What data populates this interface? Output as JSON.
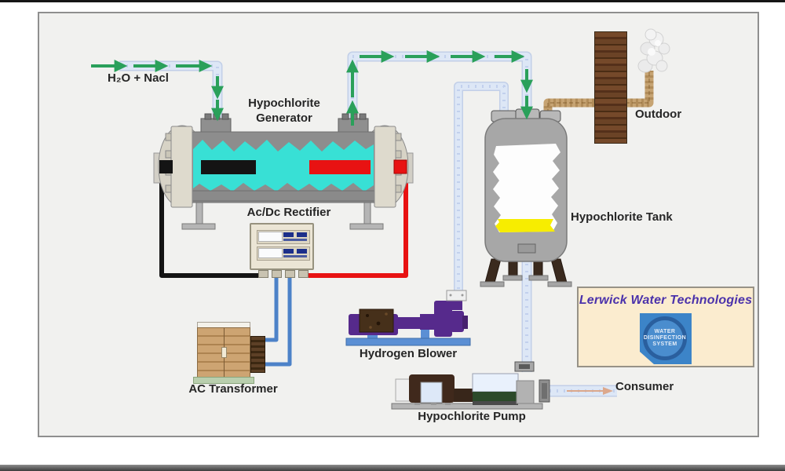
{
  "diagram": {
    "labels": {
      "feed": "H₂O + Nacl",
      "generator": "Hypochlorite Generator",
      "rectifier": "Ac/Dc Rectifier",
      "transformer": "AC Transformer",
      "blower": "Hydrogen Blower",
      "tank": "Hypochlorite Tank",
      "pump": "Hypochlorite Pump",
      "outdoor": "Outdoor",
      "consumer": "Consumer"
    },
    "branding": {
      "company": "Lerwick Water Technologies",
      "logo_lines": [
        "WATER",
        "DISINFECTION",
        "SYSTEM"
      ]
    },
    "colors": {
      "flow_arrow_green": "#2aa05a",
      "pipe_light_blue": "#dde7f6",
      "electrolyte_cyan": "#38e0d5",
      "electrode_black": "#141414",
      "electrode_red": "#e81212",
      "wire_blue": "#4d82c8",
      "hypochlorite_yellow": "#f7ed00",
      "blower_purple": "#562a8c",
      "pump_brown": "#40291c",
      "wood_brown": "#6b4326",
      "vent_tan": "#c6a372",
      "brand_purple": "#4b32ab",
      "logo_blue": "#3c84c8",
      "panel_cream": "#fbeccf"
    }
  }
}
